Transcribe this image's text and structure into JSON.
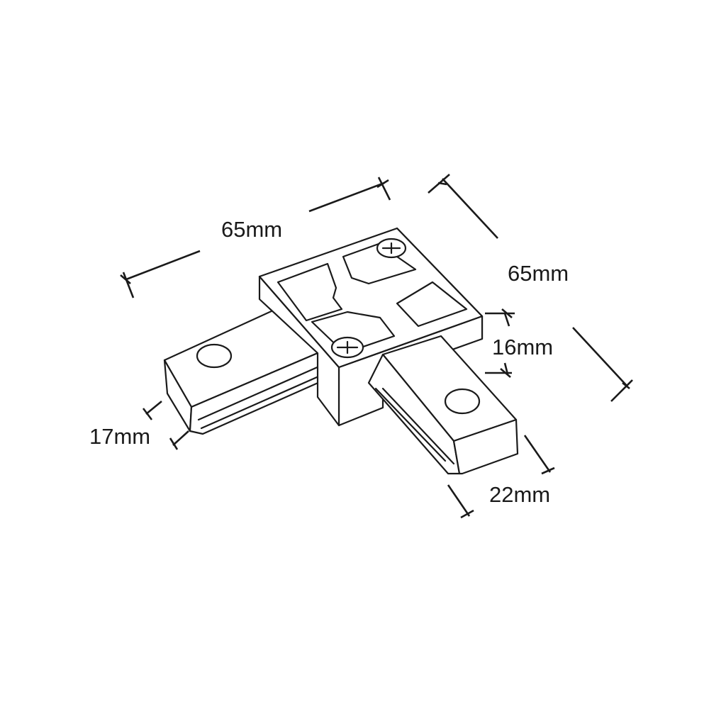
{
  "dimensions": {
    "length_a": "65mm",
    "length_b": "65mm",
    "height": "16mm",
    "left_end_width": "17mm",
    "right_end_width": "22mm"
  }
}
